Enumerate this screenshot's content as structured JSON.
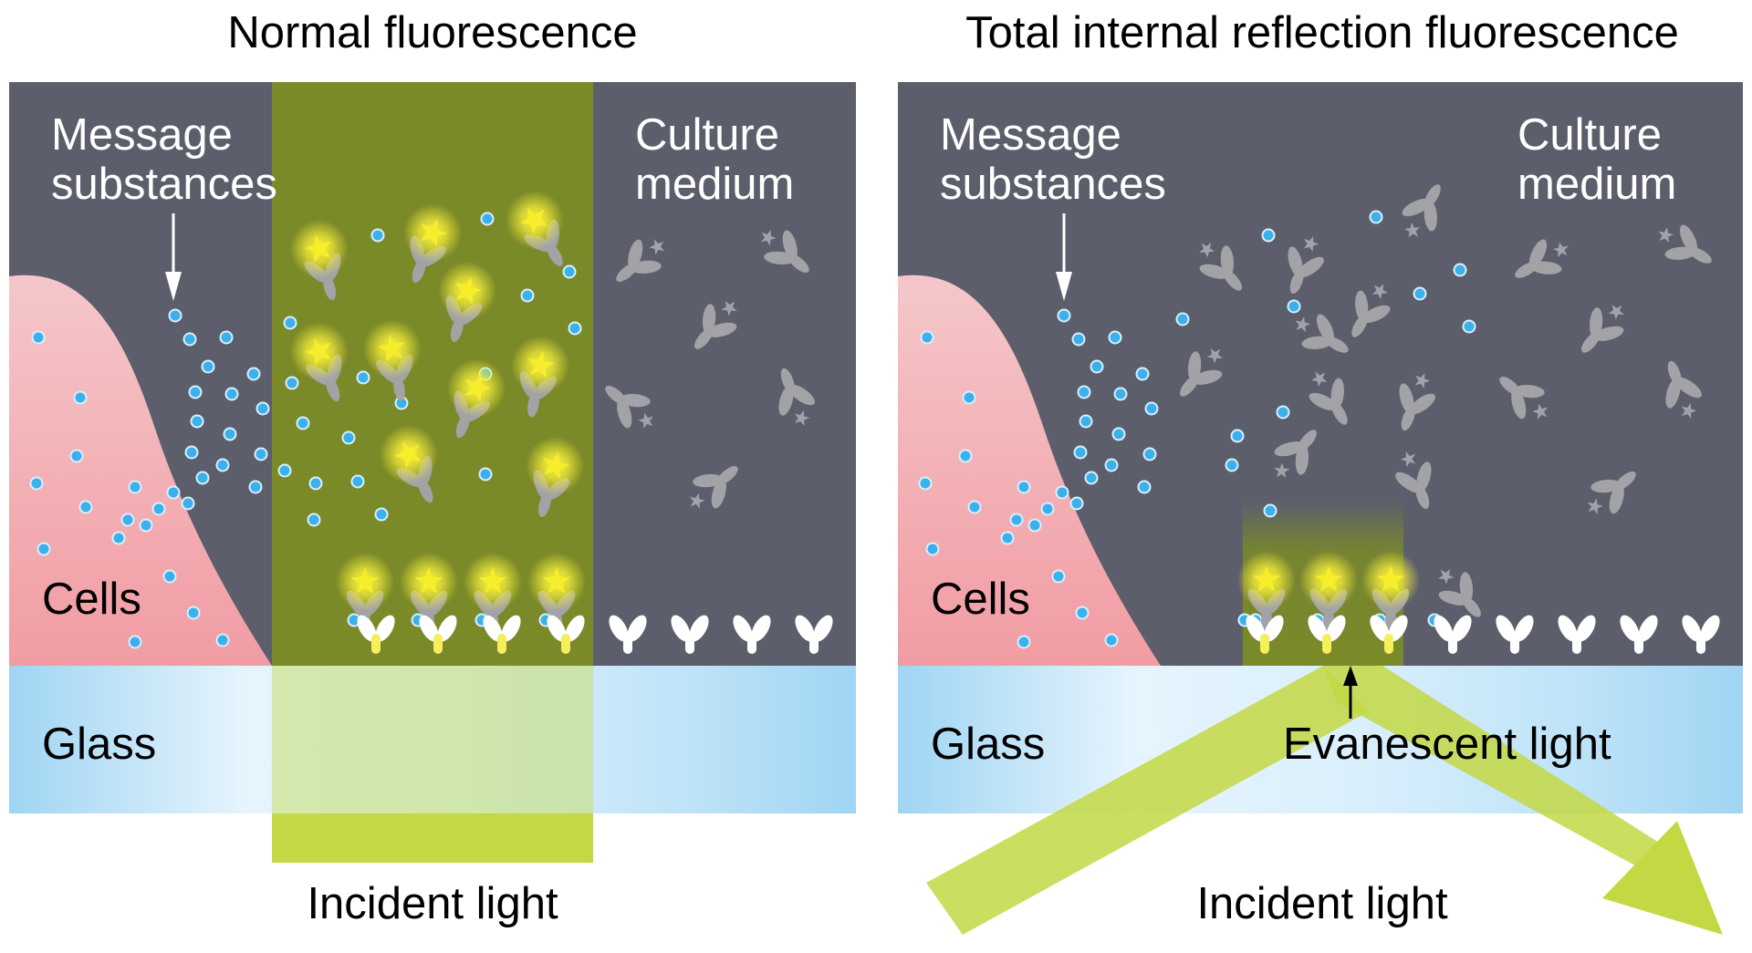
{
  "colors": {
    "medium": "#5c5f6b",
    "cell_top": "#f4c7ca",
    "cell_bottom": "#f19ca3",
    "glass_light": "#e7f4fd",
    "glass_dark": "#a6d8f3",
    "beam_dark": "#7b8a28",
    "beam_light": "#c3d843",
    "glow": "#fff23a",
    "dot": "#3bb0ea",
    "antibody_grey": "#a3a3a7",
    "antibody_white": "#ffffff"
  },
  "left_panel": {
    "title": "Normal fluorescence",
    "label_message": [
      "Message",
      "substances"
    ],
    "label_culture": [
      "Culture",
      "medium"
    ],
    "label_cells": "Cells",
    "label_glass": "Glass",
    "label_incident": "Incident light"
  },
  "right_panel": {
    "title": "Total internal reflection fluorescence",
    "label_message": [
      "Message",
      "substances"
    ],
    "label_culture": [
      "Culture",
      "medium"
    ],
    "label_cells": "Cells",
    "label_glass": "Glass",
    "label_evanescent": "Evanescent light",
    "label_incident": "Incident light"
  },
  "icons": {
    "cell": "cell-shape",
    "dot": "message-substance-dot",
    "labeled_antibody": "fluorescent-antibody-icon",
    "receptor": "receptor-icon",
    "arrow": "arrow-icon"
  }
}
